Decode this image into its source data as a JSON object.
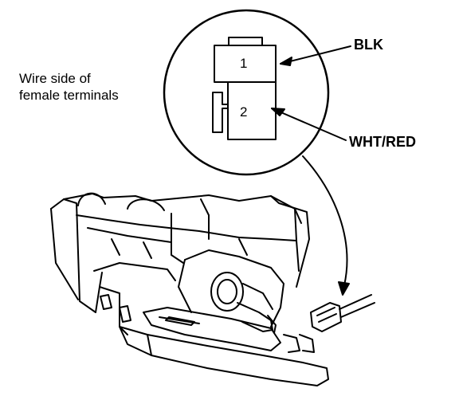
{
  "caption": "Wire side of\nfemale terminals",
  "connector": {
    "terminal_1": "1",
    "terminal_2": "2"
  },
  "wires": {
    "terminal_1_color": "BLK",
    "terminal_2_color": "WHT/RED"
  },
  "colors": {
    "line": "#000000",
    "background": "#ffffff"
  }
}
